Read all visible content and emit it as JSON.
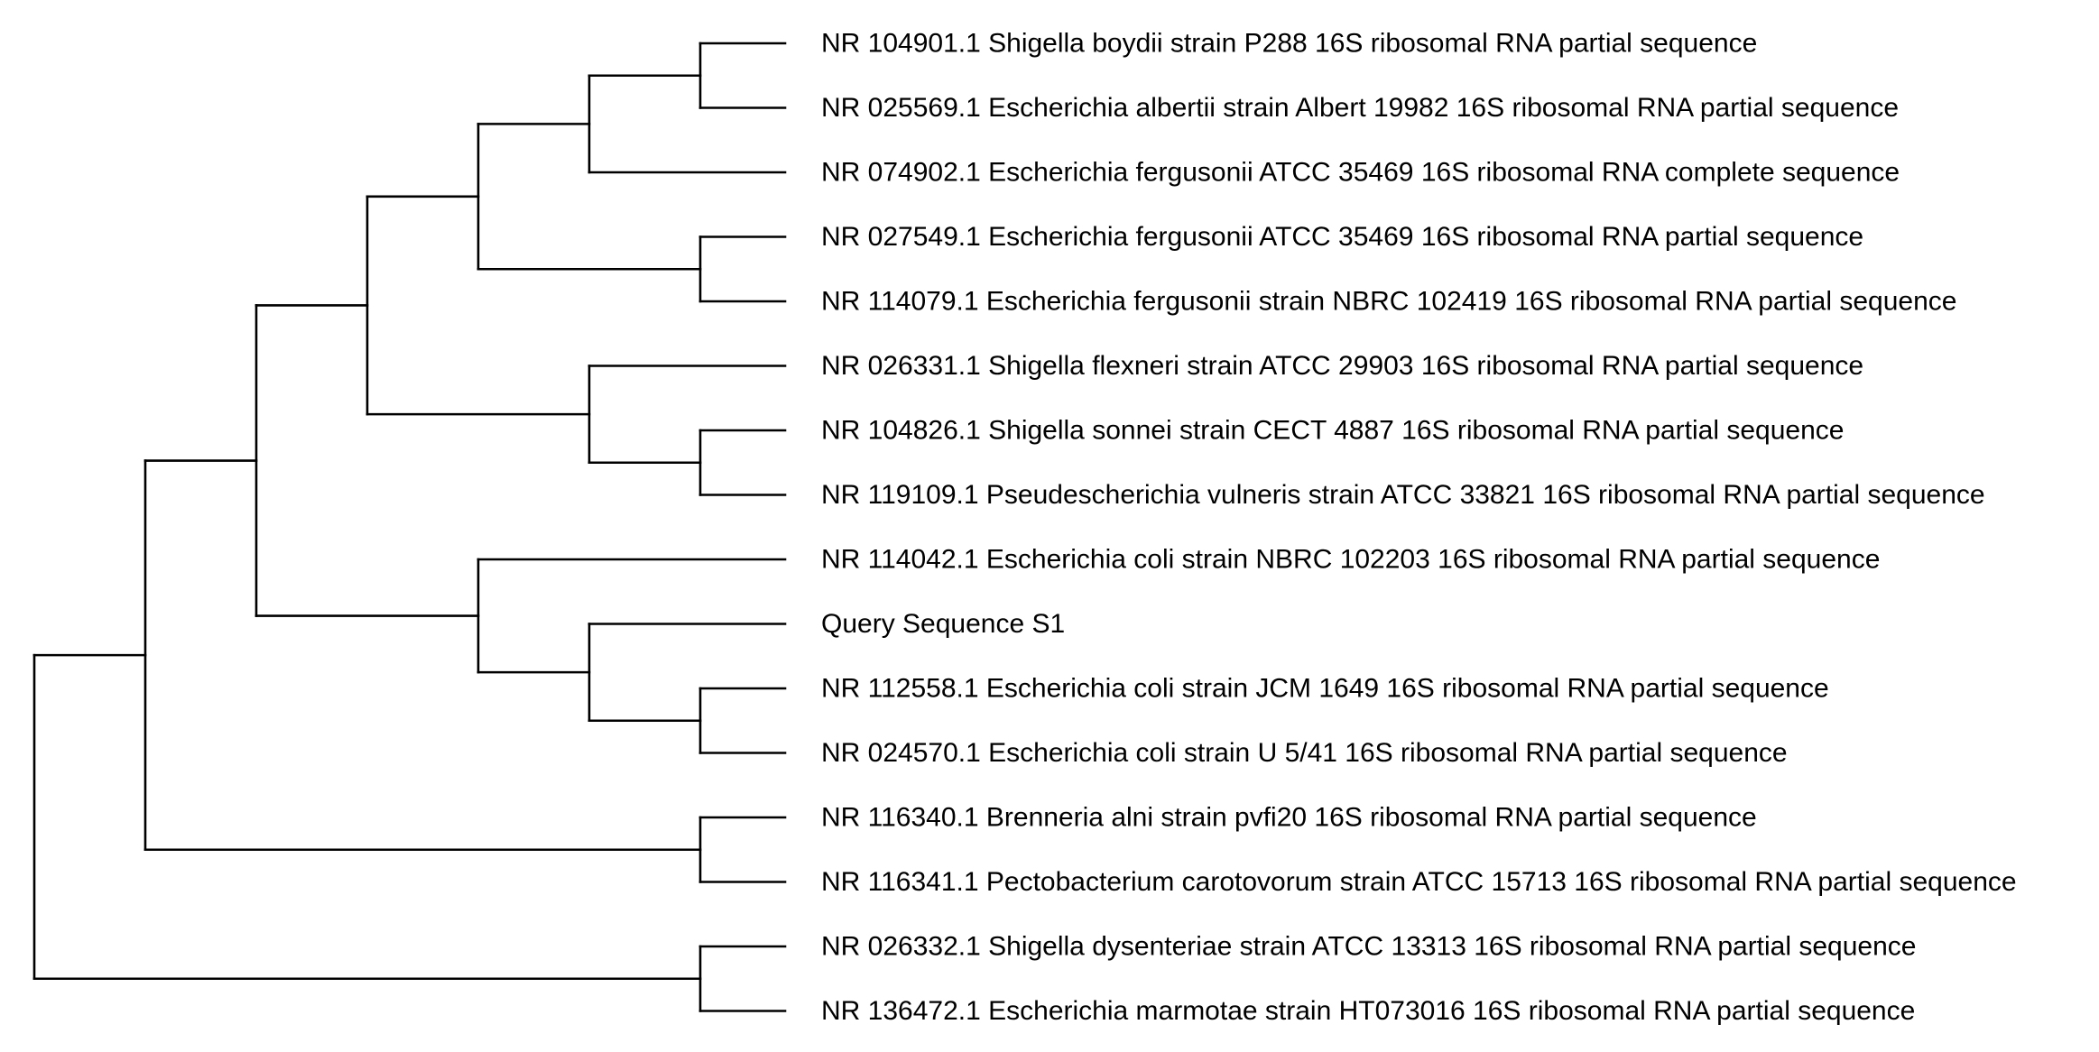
{
  "tree": {
    "line_color": "#000000",
    "text_color": "#000000",
    "taxa": [
      "NR 104901.1 Shigella boydii strain P288 16S ribosomal RNA partial sequence",
      "NR 025569.1 Escherichia albertii strain Albert 19982 16S ribosomal RNA partial sequence",
      "NR 074902.1 Escherichia fergusonii ATCC 35469 16S ribosomal RNA complete sequence",
      "NR 027549.1 Escherichia fergusonii ATCC 35469 16S ribosomal RNA partial sequence",
      "NR 114079.1 Escherichia fergusonii strain NBRC 102419 16S ribosomal RNA partial sequence",
      "NR 026331.1 Shigella flexneri strain ATCC 29903 16S ribosomal RNA partial sequence",
      "NR 104826.1 Shigella sonnei strain CECT 4887 16S ribosomal RNA partial sequence",
      "NR 119109.1 Pseudescherichia vulneris strain ATCC 33821 16S ribosomal RNA partial sequence",
      "NR 114042.1 Escherichia coli strain NBRC 102203 16S ribosomal RNA partial sequence",
      "Query Sequence S1",
      "NR 112558.1 Escherichia coli strain JCM 1649 16S ribosomal RNA partial sequence",
      "NR 024570.1 Escherichia coli strain U 5/41 16S ribosomal RNA partial sequence",
      "NR 116340.1 Brenneria alni strain pvfi20 16S ribosomal RNA partial sequence",
      "NR 116341.1 Pectobacterium carotovorum strain ATCC 15713 16S ribosomal RNA partial sequence",
      "NR 026332.1 Shigella dysenteriae strain ATCC 13313 16S ribosomal RNA partial sequence",
      "NR 136472.1 Escherichia marmotae strain HT073016 16S ribosomal RNA partial sequence"
    ],
    "newick": "(((((((0,1),2),(3,4)),(5,(6,7))),(8,(9,(10,11)))),(12,13)),(14,15))"
  }
}
